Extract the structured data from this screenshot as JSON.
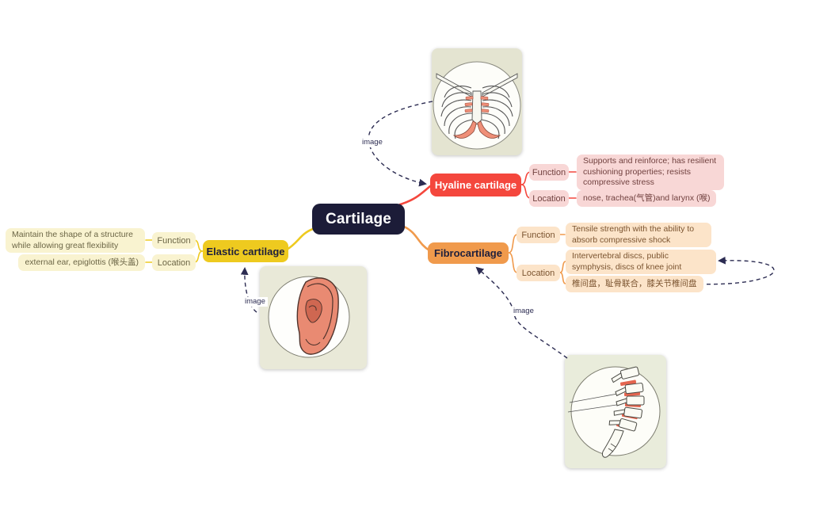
{
  "app": {
    "type": "mind-map"
  },
  "root": {
    "label": "Cartilage"
  },
  "branches": {
    "hyaline": {
      "label": "Hyaline cartilage",
      "color": "#f4473d",
      "function_label": "Function",
      "function_text": "Supports and reinforce; has resilient cushioning properties; resists compressive stress",
      "location_label": "Location",
      "location_text": "nose, trachea(气管)and larynx (喉)",
      "image_label": "image",
      "illustration": "ribcage-costal-cartilage-icon"
    },
    "elastic": {
      "label": "Elastic cartilage",
      "color": "#eeca1f",
      "function_label": "Function",
      "function_text": "Maintain the shape of a structure while allowing great flexibility",
      "location_label": "Location",
      "location_text": "external ear, epiglottis (喉头盖)",
      "image_label": "image",
      "illustration": "external-ear-icon"
    },
    "fibro": {
      "label": "Fibrocartilage",
      "color": "#f09a4c",
      "function_label": "Function",
      "function_text": "Tensile strength with the ability to absorb compressive shock",
      "location_label": "Location",
      "location_text_en": "Intervertebral discs, public symphysis, discs of knee joint",
      "location_text_zh": "椎间盘，耻骨联合，膝关节椎间盘",
      "image_label": "image",
      "illustration": "lumbar-spine-discs-icon"
    }
  },
  "colors": {
    "root_bg": "#1c1c38",
    "hyaline_red": "#f4473d",
    "elastic_yellow": "#eeca1f",
    "fibro_orange": "#f09a4c",
    "link_navy": "#2c2c52",
    "pink_bg": "#f8d7d6",
    "cream_bg": "#f9f3d0",
    "peach_bg": "#fce4c9"
  }
}
